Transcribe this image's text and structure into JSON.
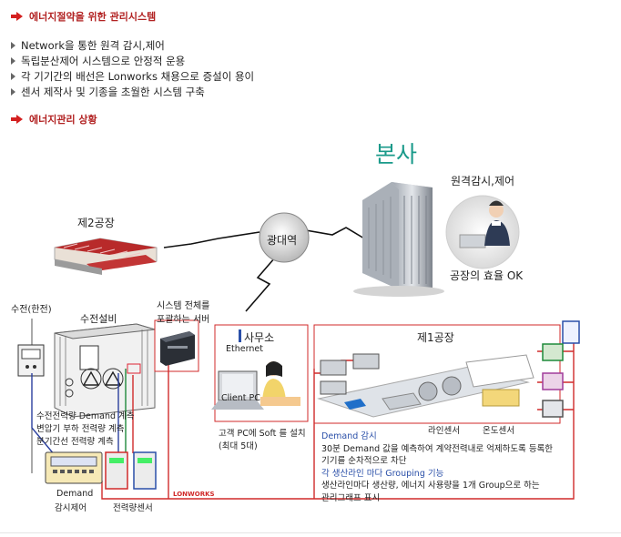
{
  "section1": {
    "title": "에너지절약을 위한 관리시스템",
    "bullets": [
      "Network을 통한 원격 감시,제어",
      "독립분산제어 시스템으로 안정적 운용",
      "각 기기간의 배선은 Lonworks 채용으로 증설이 용이",
      "센서 제작사 및 기종을 초월한 시스템 구축"
    ]
  },
  "section2": {
    "title": "에너지관리 상황"
  },
  "diagram": {
    "hq": "본사",
    "remote": "원격감시,제어",
    "efficiency": "공장의 효율 OK",
    "wan": "광대역",
    "factory2": "제2공장",
    "receiving": "수전(한전)",
    "equipment": "수전설비",
    "server": "시스템 전체를\n포괄하는 서버",
    "office": "사무소",
    "ethernet": "Ethernet",
    "client_pc": "Client PC",
    "office_note1": "고객 PC에 Soft 를 설치",
    "office_note2": "(최대 5대)",
    "factory1": "제1공장",
    "line_sensor": "라인센서",
    "temp_sensor": "온도센서",
    "demand_notes": [
      "수전전력량 Demand 계측",
      "변압기 부하 전력량 계측",
      "분기간선 전력량 계측"
    ],
    "demand_label1": "Demand",
    "demand_label2": "감시제어",
    "power_sensor": "전력량센서",
    "lonworks": "LONWORKS",
    "demand_title": "Demand 감시",
    "demand_desc1": "30분 Demand 값을 예측하여 계약전력내로 억제하도록 등록한",
    "demand_desc2": "기기를 순차적으로 차단",
    "group_title": "각 생산라인 마다 Grouping 기능",
    "group_desc1": "생산라인마다 생산량, 에너지 사용량을 1개 Group으로 하는",
    "group_desc2": "관리그래프 표시"
  }
}
